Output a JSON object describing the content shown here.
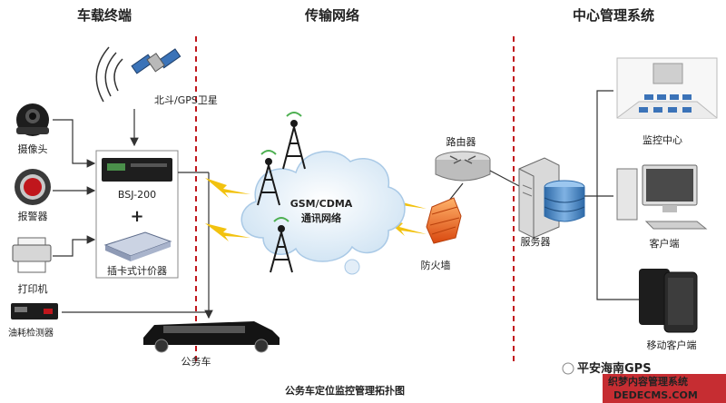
{
  "sections": {
    "vehicle": "车载终端",
    "network": "传输网络",
    "center": "中心管理系统"
  },
  "devices": {
    "camera": "摄像头",
    "alarm": "报警器",
    "printer": "打印机",
    "fuel_sensor": "油耗检测器",
    "satellite": "北斗/GPS卫星",
    "terminal": "BSJ-200",
    "plus": "+",
    "meter": "插卡式计价器",
    "car": "公务车",
    "cloud_line1": "GSM/CDMA",
    "cloud_line2": "通讯网络",
    "router": "路由器",
    "firewall": "防火墙",
    "server": "服务器",
    "monitor_center": "监控中心",
    "client": "客户端",
    "mobile_client": "移动客户端"
  },
  "caption": "公务车定位监控管理拓扑图",
  "watermark": {
    "line1": "平安海南GPS",
    "line2": "织梦内容管理系统",
    "line3": "DEDECMS.COM"
  },
  "colors": {
    "section_title": "#c0161c",
    "divider": "#c0161c",
    "lightning": "#f2c20f",
    "firewall": "#f07a22"
  }
}
